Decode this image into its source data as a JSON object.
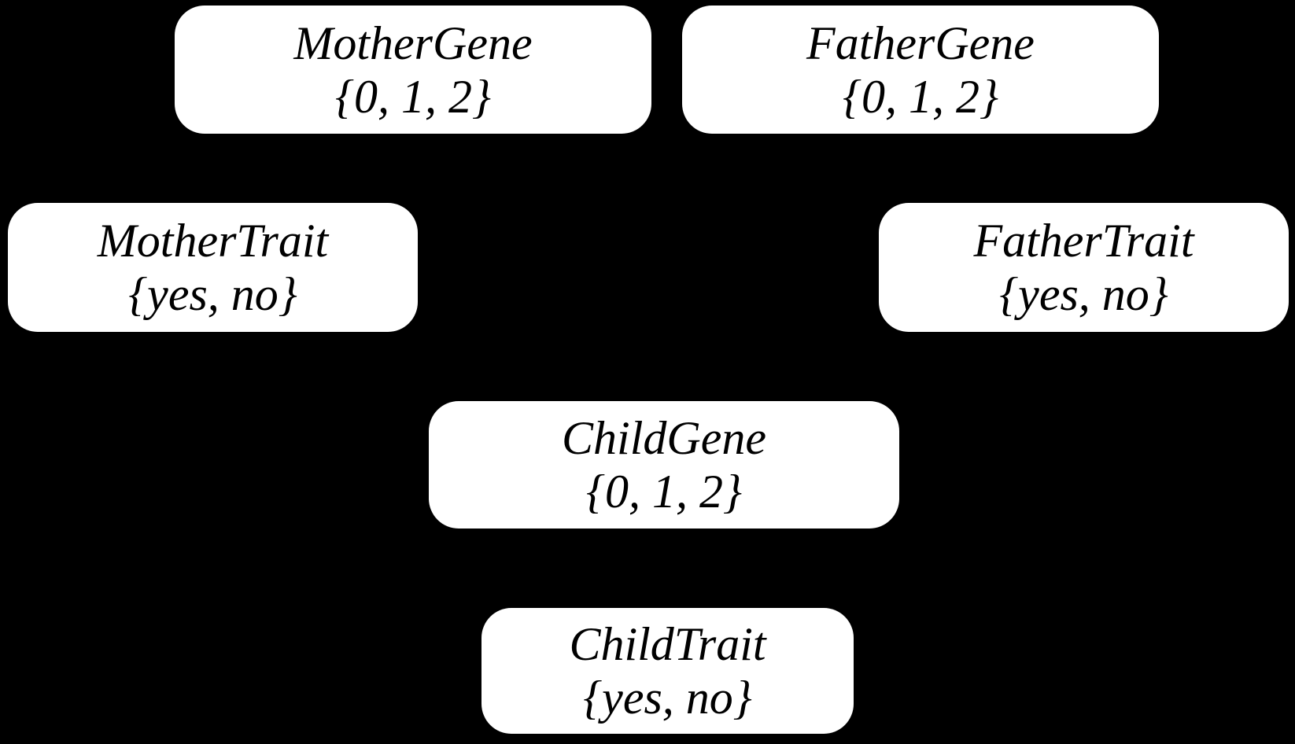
{
  "diagram": {
    "colors": {
      "background": "#000000",
      "node_fill": "#ffffff",
      "node_text": "#000000"
    },
    "nodes": [
      {
        "id": "mother-gene",
        "label": "MotherGene",
        "values": "{0, 1, 2}"
      },
      {
        "id": "father-gene",
        "label": "FatherGene",
        "values": "{0, 1, 2}"
      },
      {
        "id": "mother-trait",
        "label": "MotherTrait",
        "values": "{yes, no}"
      },
      {
        "id": "father-trait",
        "label": "FatherTrait",
        "values": "{yes, no}"
      },
      {
        "id": "child-gene",
        "label": "ChildGene",
        "values": "{0, 1, 2}"
      },
      {
        "id": "child-trait",
        "label": "ChildTrait",
        "values": "{yes, no}"
      }
    ]
  }
}
